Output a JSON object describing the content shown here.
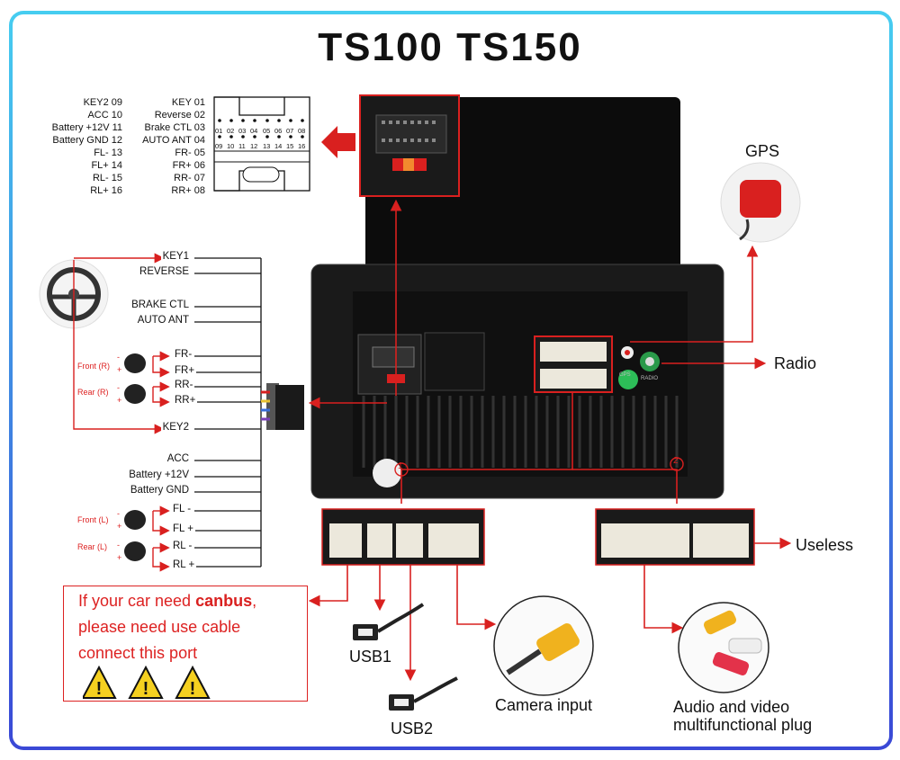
{
  "title": "TS100 TS150",
  "pinout": {
    "left": [
      "KEY2 09",
      "ACC 10",
      "Battery +12V 11",
      "Battery GND 12",
      "FL- 13",
      "FL+ 14",
      "RL- 15",
      "RL+ 16"
    ],
    "right": [
      "KEY 01",
      "Reverse 02",
      "Brake CTL 03",
      "AUTO ANT 04",
      "FR- 05",
      "FR+ 06",
      "RR- 07",
      "RR+ 08"
    ],
    "top_nums": [
      "01",
      "02",
      "03",
      "04",
      "05",
      "06",
      "07",
      "08"
    ],
    "bottom_nums": [
      "09",
      "10",
      "11",
      "12",
      "13",
      "14",
      "15",
      "16"
    ]
  },
  "harness": {
    "labels": [
      "KEY1",
      "REVERSE",
      "BRAKE CTL",
      "AUTO ANT",
      "FR-",
      "FR+",
      "RR-",
      "RR+",
      "KEY2",
      "ACC",
      "Battery +12V",
      "Battery GND",
      "FL -",
      "FL +",
      "RL -",
      "RL +"
    ],
    "speaker_tags": [
      "Front (R)",
      "Rear (R)",
      "Front (L)",
      "Rear (L)"
    ],
    "minus": "-",
    "plus": "+"
  },
  "callouts": {
    "gps": "GPS",
    "radio": "Radio",
    "useless": "Useless",
    "usb1": "USB1",
    "usb2": "USB2",
    "camera": "Camera input",
    "av_line1": "Audio and video",
    "av_line2": "multifunctional plug",
    "marker1": "1",
    "marker2": "2",
    "gps_port": "GPS",
    "radio_port": "RADIO"
  },
  "canbus": {
    "line1_prefix": "If your car need ",
    "line1_bold": "canbus",
    "line1_suffix": ",",
    "line2": "please need use cable",
    "line3": "connect this port",
    "warn_glyph": "!"
  },
  "colors": {
    "accent_red": "#d9201f",
    "frame_top": "#46cdf0",
    "frame_bottom": "#3a48d6"
  }
}
